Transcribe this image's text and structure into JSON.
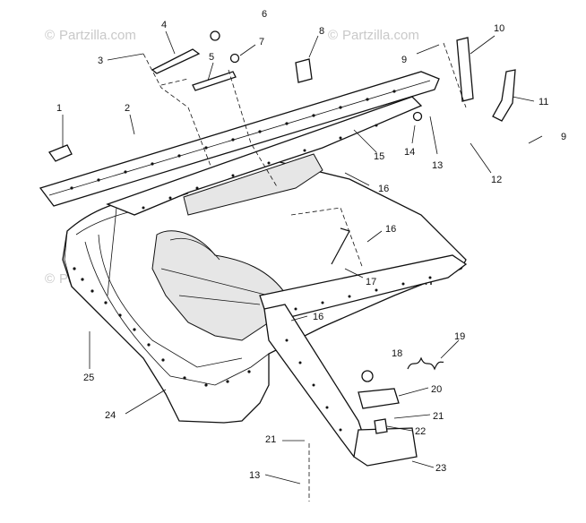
{
  "watermarks": {
    "text": "Partzilla.com",
    "symbol": "©"
  },
  "callouts": [
    {
      "id": "c1",
      "label": "1"
    },
    {
      "id": "c2",
      "label": "2"
    },
    {
      "id": "c3",
      "label": "3"
    },
    {
      "id": "c4",
      "label": "4"
    },
    {
      "id": "c5",
      "label": "5"
    },
    {
      "id": "c6",
      "label": "6"
    },
    {
      "id": "c7",
      "label": "7"
    },
    {
      "id": "c8",
      "label": "8"
    },
    {
      "id": "c9a",
      "label": "9"
    },
    {
      "id": "c9b",
      "label": "9"
    },
    {
      "id": "c10",
      "label": "10"
    },
    {
      "id": "c11",
      "label": "11"
    },
    {
      "id": "c12",
      "label": "12"
    },
    {
      "id": "c13a",
      "label": "13"
    },
    {
      "id": "c13b",
      "label": "13"
    },
    {
      "id": "c14",
      "label": "14"
    },
    {
      "id": "c15",
      "label": "15"
    },
    {
      "id": "c16a",
      "label": "16"
    },
    {
      "id": "c16b",
      "label": "16"
    },
    {
      "id": "c16c",
      "label": "16"
    },
    {
      "id": "c17",
      "label": "17"
    },
    {
      "id": "c18",
      "label": "18"
    },
    {
      "id": "c19",
      "label": "19"
    },
    {
      "id": "c20",
      "label": "20"
    },
    {
      "id": "c21a",
      "label": "21"
    },
    {
      "id": "c21b",
      "label": "21"
    },
    {
      "id": "c22",
      "label": "22"
    },
    {
      "id": "c23",
      "label": "23"
    },
    {
      "id": "c24",
      "label": "24"
    },
    {
      "id": "c25",
      "label": "25"
    }
  ],
  "colors": {
    "line": "#111111",
    "watermark": "#c9c9c9",
    "background": "#ffffff"
  }
}
